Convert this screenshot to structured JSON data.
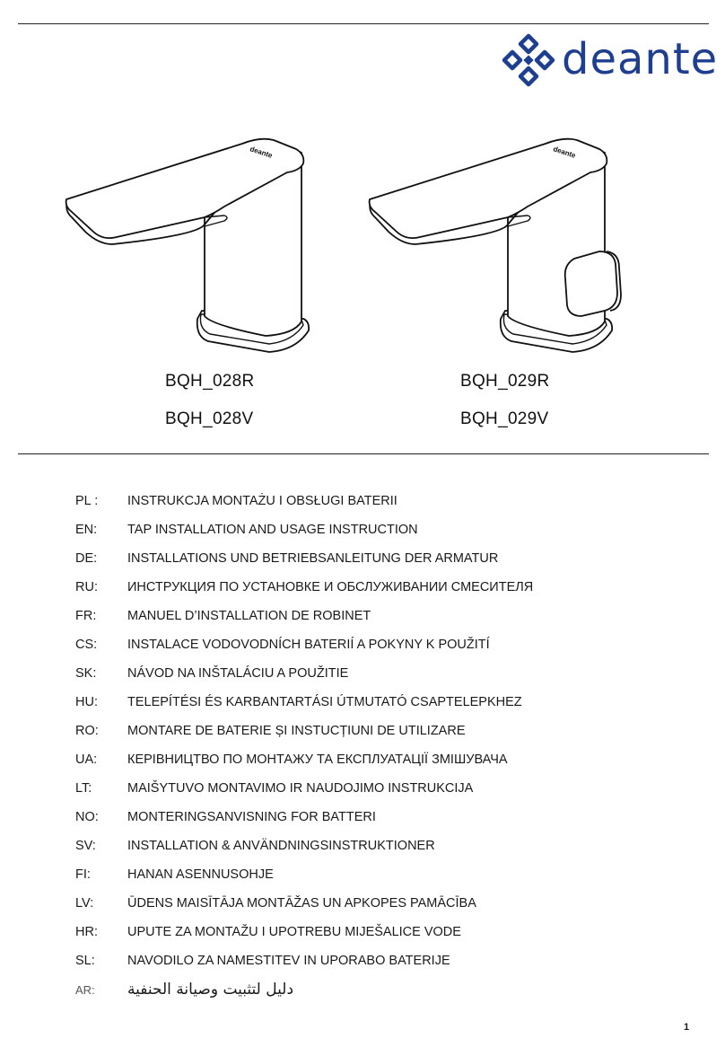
{
  "brand": {
    "name": "deante",
    "color": "#1e3f8f"
  },
  "models": {
    "left": [
      "BQH_028R",
      "BQH_028V"
    ],
    "right": [
      "BQH_029R",
      "BQH_029V"
    ]
  },
  "faucets": [
    {
      "name": "faucet-left",
      "engraving": "deante",
      "has_side_knob": false
    },
    {
      "name": "faucet-right",
      "engraving": "deante",
      "has_side_knob": true
    }
  ],
  "languages": [
    {
      "code": "PL :",
      "text": "INSTRUKCJA MONTAŻU I OBSŁUGI BATERII"
    },
    {
      "code": "EN:",
      "text": "TAP INSTALLATION AND USAGE INSTRUCTION"
    },
    {
      "code": "DE:",
      "text": "INSTALLATIONS UND BETRIEBSANLEITUNG DER ARMATUR"
    },
    {
      "code": "RU:",
      "text": "ИНСТРУКЦИЯ ПО УСТАНОВКЕ И ОБСЛУЖИВАНИИ СМЕСИТЕЛЯ"
    },
    {
      "code": "FR:",
      "text": "MANUEL D’INSTALLATION DE ROBINET"
    },
    {
      "code": "CS:",
      "text": "INSTALACE VODOVODNÍCH BATERIÍ A POKYNY K POUŽITÍ"
    },
    {
      "code": "SK:",
      "text": "NÁVOD NA INŠTALÁCIU A POUŽITIE"
    },
    {
      "code": "HU:",
      "text": "TELEPÍTÉSI ÉS KARBANTARTÁSI ÚTMUTATÓ CSAPTELEPKHEZ"
    },
    {
      "code": "RO:",
      "text": "MONTARE DE BATERIE ȘI INSTUCȚIUNI DE UTILIZARE"
    },
    {
      "code": "UA:",
      "text": "КЕРІВНИЦТВО ПО МОНТАЖУ ТА ЕКСПЛУАТАЦІЇ ЗМІШУВАЧА"
    },
    {
      "code": "LT:",
      "text": "MAIŠYTUVO MONTAVIMO IR NAUDOJIMO INSTRUKCIJA"
    },
    {
      "code": "NO:",
      "text": "MONTERINGSANVISNING FOR BATTERI"
    },
    {
      "code": "SV:",
      "text": "INSTALLATION & ANVÄNDNINGSINSTRUKTIONER"
    },
    {
      "code": "FI:",
      "text": "HANAN ASENNUSOHJE"
    },
    {
      "code": "LV:",
      "text": "ŪDENS MAISĪTĀJA MONTĀŽAS UN APKOPES PAMĀCĪBA"
    },
    {
      "code": "HR:",
      "text": "UPUTE ZA MONTAŽU I UPOTREBU MIJEŠALICE VODE"
    },
    {
      "code": "SL:",
      "text": "NAVODILO ZA NAMESTITEV IN UPORABO BATERIJE"
    },
    {
      "code": "AR:",
      "text": "دليل لتثبيت وصيانة الحنفية"
    }
  ],
  "page_number": "1"
}
